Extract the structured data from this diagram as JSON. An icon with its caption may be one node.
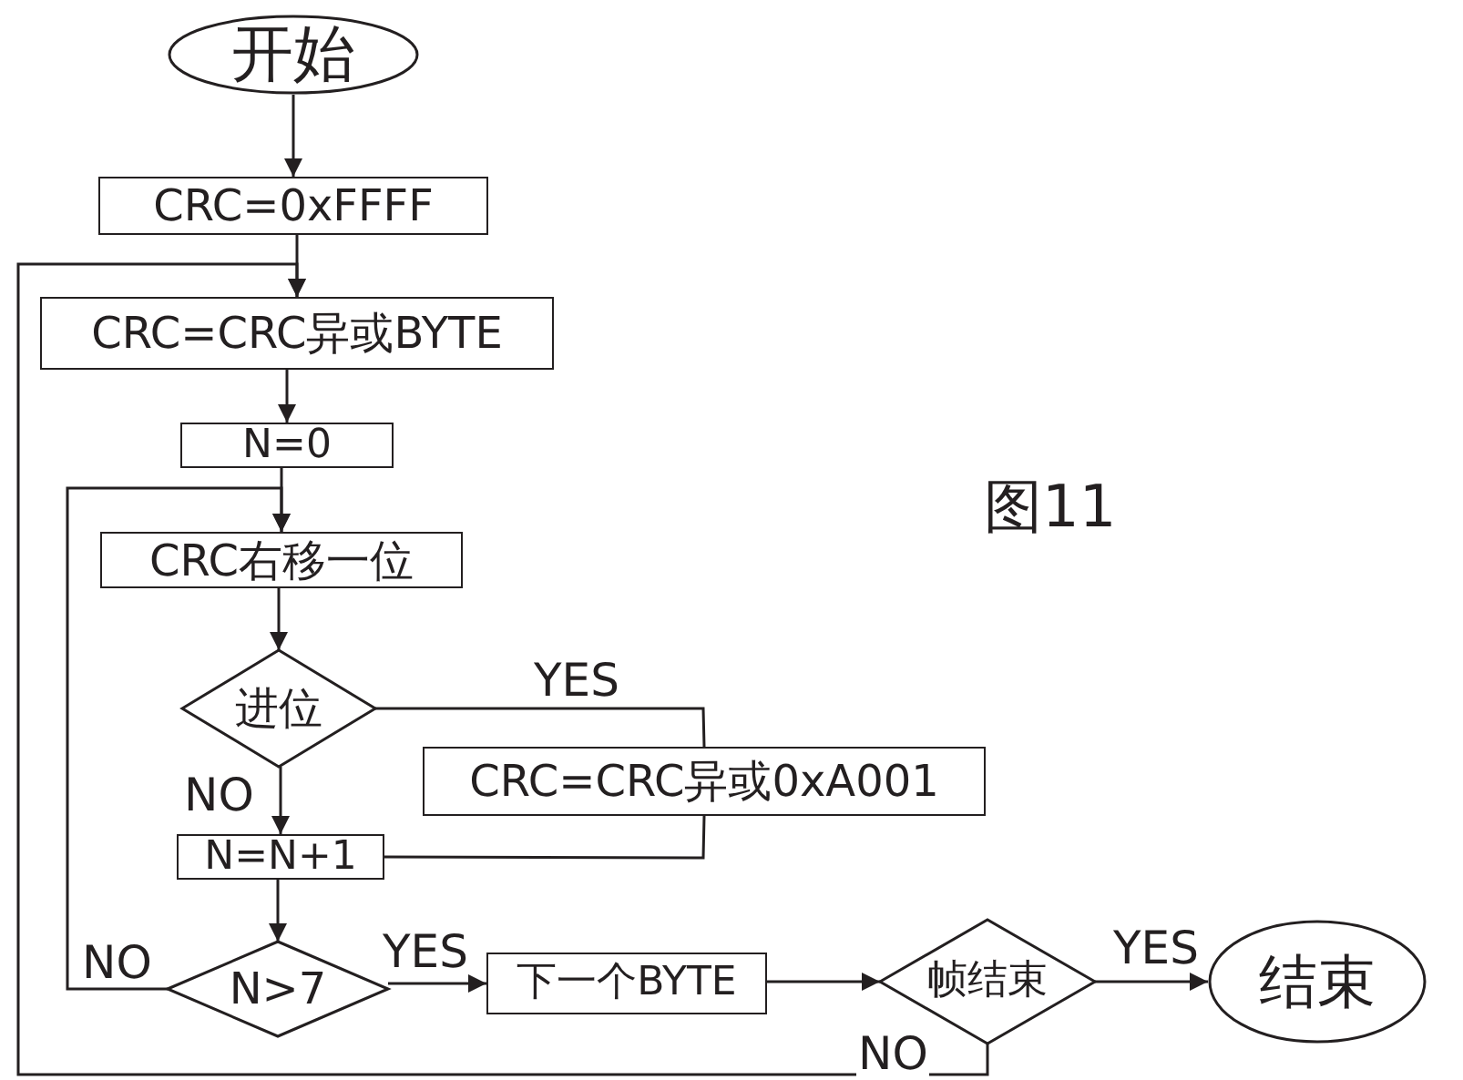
{
  "diagram": {
    "nodes": [
      {
        "text": [
          "开始"
        ]
      },
      {
        "text": [
          "CRC=0xFFFF"
        ]
      },
      {
        "text": [
          "CRC=CRC异或BYTE"
        ]
      },
      {
        "text": [
          "N=0"
        ]
      },
      {
        "text": [
          "CRC右移一位"
        ]
      },
      {
        "text": [
          "进位"
        ]
      },
      {
        "text": [
          "CRC=CRC异或0xA001"
        ]
      },
      {
        "text": [
          "N=N+1"
        ]
      },
      {
        "text": [
          "N>7"
        ]
      },
      {
        "text": [
          "下一个BYTE"
        ]
      },
      {
        "text": [
          "帧结束"
        ]
      },
      {
        "text": [
          "结束"
        ]
      }
    ],
    "edges": [
      {
        "from": 0,
        "to": 1,
        "arrow": "to"
      },
      {
        "from": 1,
        "to": 2,
        "arrow": "to"
      },
      {
        "from": 2,
        "to": 3,
        "arrow": "to"
      },
      {
        "from": 3,
        "to": 4,
        "arrow": "to"
      },
      {
        "from": 4,
        "to": 5,
        "arrow": "to"
      },
      {
        "from": 5,
        "to": 6,
        "arrow": "none",
        "label": "YES"
      },
      {
        "from": 6,
        "to": 7,
        "arrow": "none"
      },
      {
        "from": 5,
        "to": 7,
        "arrow": "to",
        "label": "NO"
      },
      {
        "from": 7,
        "to": 8,
        "arrow": "to"
      },
      {
        "from": 8,
        "to": 4,
        "arrow": "to",
        "label": "NO"
      },
      {
        "from": 8,
        "to": 9,
        "arrow": "to",
        "label": "YES"
      },
      {
        "from": 9,
        "to": 10,
        "arrow": "to"
      },
      {
        "from": 10,
        "to": 11,
        "arrow": "to",
        "label": "YES"
      },
      {
        "from": 10,
        "to": 2,
        "arrow": "to",
        "label": "NO"
      }
    ],
    "labels": [
      "图11"
    ]
  }
}
